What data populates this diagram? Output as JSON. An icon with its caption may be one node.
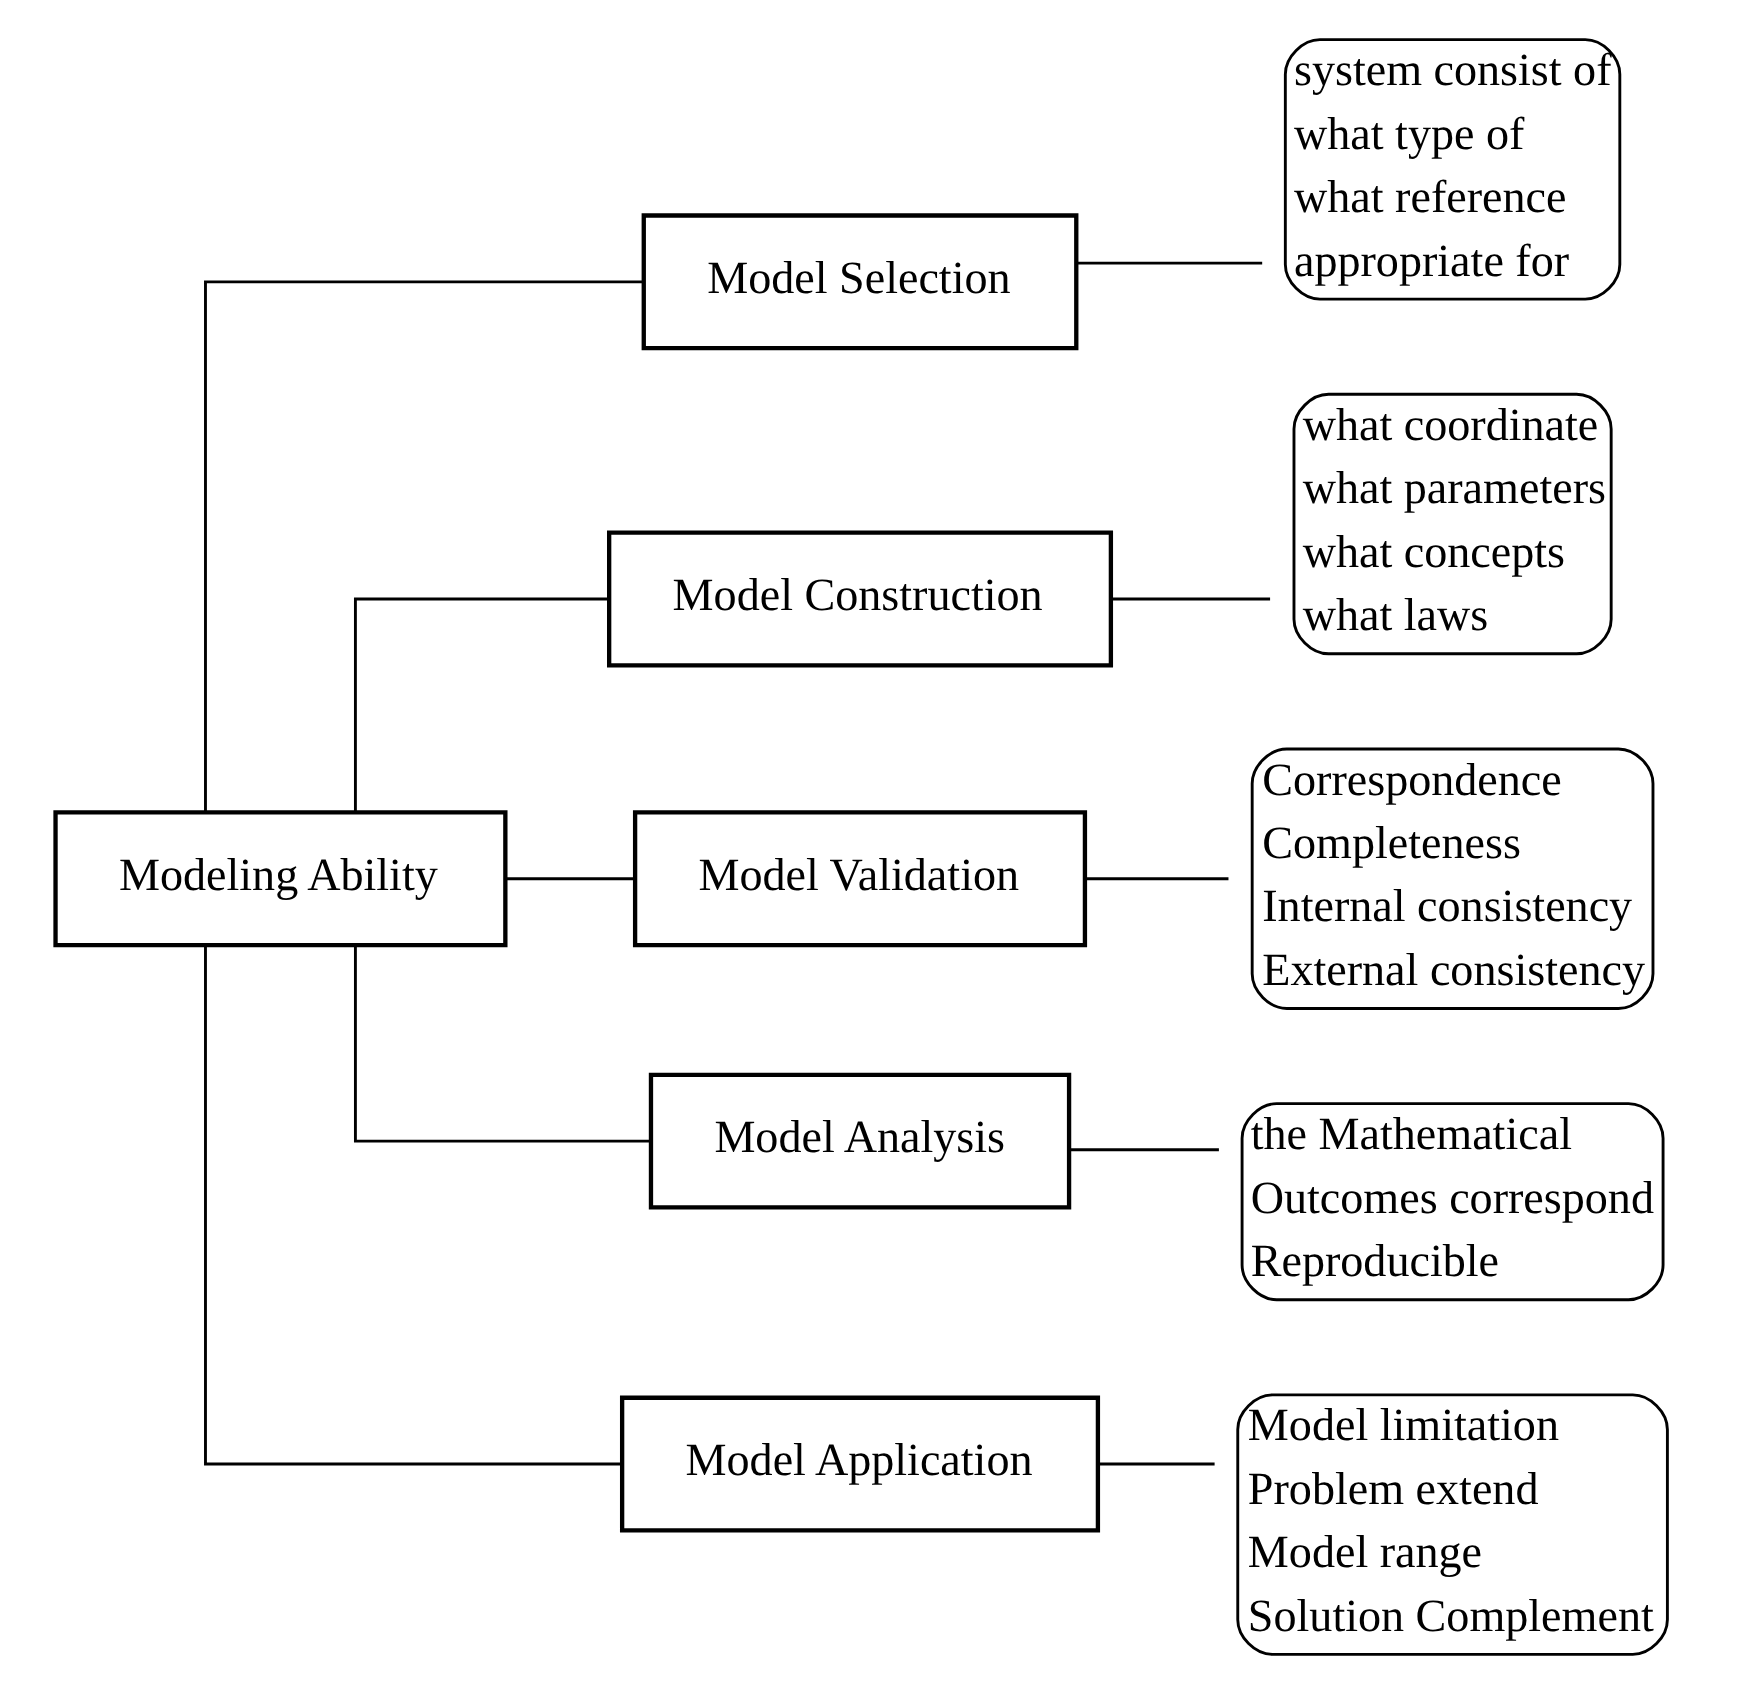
{
  "diagram": {
    "nodes": [
      {
        "text": [
          "Modeling Ability"
        ]
      },
      {
        "text": [
          "Model Selection"
        ]
      },
      {
        "text": [
          "Model Construction"
        ]
      },
      {
        "text": [
          "Model Validation"
        ]
      },
      {
        "text": [
          "Model Analysis"
        ]
      },
      {
        "text": [
          "Model Application"
        ]
      },
      {
        "text": [
          "system consist of",
          "what type of",
          "what reference",
          "appropriate for"
        ]
      },
      {
        "text": [
          "what coordinate",
          "what parameters",
          "what concepts",
          "what laws"
        ]
      },
      {
        "text": [
          "Correspondence",
          "Completeness",
          "Internal consistency",
          "External consistency"
        ]
      },
      {
        "text": [
          "the Mathematical",
          "Outcomes correspond",
          "Reproducible"
        ]
      },
      {
        "text": [
          "Model limitation",
          "Problem extend",
          "Model range",
          "Solution Complement"
        ]
      }
    ],
    "edges": [
      {
        "from": 0,
        "to": 1,
        "arrow": "none"
      },
      {
        "from": 0,
        "to": 2,
        "arrow": "none"
      },
      {
        "from": 0,
        "to": 3,
        "arrow": "none"
      },
      {
        "from": 0,
        "to": 4,
        "arrow": "none"
      },
      {
        "from": 0,
        "to": 5,
        "arrow": "none"
      },
      {
        "from": 1,
        "to": 6,
        "arrow": "none"
      },
      {
        "from": 2,
        "to": 7,
        "arrow": "none"
      },
      {
        "from": 3,
        "to": 8,
        "arrow": "none"
      },
      {
        "from": 4,
        "to": 9,
        "arrow": "none"
      },
      {
        "from": 5,
        "to": 10,
        "arrow": "none"
      }
    ]
  }
}
